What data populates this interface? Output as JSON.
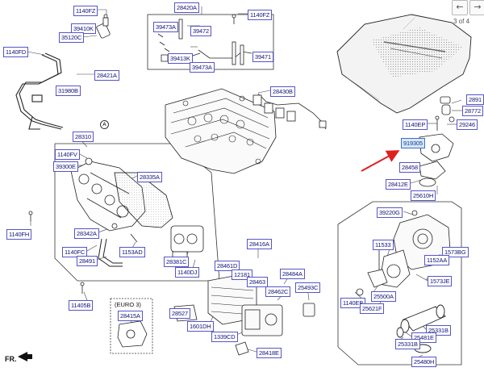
{
  "nav": {
    "prev": "←",
    "next": "→",
    "page": "3 of 4"
  },
  "fr_label": "FR.",
  "euro_label": "(EURO 3)",
  "ref_A": "A",
  "parts": [
    {
      "id": "p1140fz-1",
      "text": "1140FZ"
    },
    {
      "id": "p39410k",
      "text": "39410K"
    },
    {
      "id": "p35120c",
      "text": "35120C"
    },
    {
      "id": "p28420a",
      "text": "28420A"
    },
    {
      "id": "p1140fz-2",
      "text": "1140FZ"
    },
    {
      "id": "p39473a-1",
      "text": "39473A"
    },
    {
      "id": "p39472",
      "text": "39472"
    },
    {
      "id": "p39413k",
      "text": "39413K"
    },
    {
      "id": "p39473a-2",
      "text": "39473A"
    },
    {
      "id": "p39471",
      "text": "39471"
    },
    {
      "id": "p1140fd",
      "text": "1140FD"
    },
    {
      "id": "p28421a",
      "text": "28421A"
    },
    {
      "id": "p31980b",
      "text": "31980B"
    },
    {
      "id": "p28430b",
      "text": "28430B"
    },
    {
      "id": "p28310",
      "text": "28310"
    },
    {
      "id": "p1140fv",
      "text": "1140FV"
    },
    {
      "id": "p39300e",
      "text": "39300E"
    },
    {
      "id": "p28335a",
      "text": "28335A"
    },
    {
      "id": "p28342a",
      "text": "28342A"
    },
    {
      "id": "p1140fh",
      "text": "1140FH"
    },
    {
      "id": "p1140fc",
      "text": "1140FC"
    },
    {
      "id": "p28491",
      "text": "28491"
    },
    {
      "id": "p1153ad",
      "text": "1153AD"
    },
    {
      "id": "p28381c",
      "text": "28381C"
    },
    {
      "id": "p1140dj",
      "text": "1140DJ"
    },
    {
      "id": "p28416a",
      "text": "28416A"
    },
    {
      "id": "p28461d",
      "text": "28461D"
    },
    {
      "id": "p12181",
      "text": "12181"
    },
    {
      "id": "p28463",
      "text": "28463"
    },
    {
      "id": "p28484a",
      "text": "28484A"
    },
    {
      "id": "p28462c",
      "text": "28462C"
    },
    {
      "id": "p25493c",
      "text": "25493C"
    },
    {
      "id": "p11405b",
      "text": "11405B"
    },
    {
      "id": "p28415a",
      "text": "28415A"
    },
    {
      "id": "p28527",
      "text": "28527"
    },
    {
      "id": "p1601dh",
      "text": "1601DH"
    },
    {
      "id": "p1339cd",
      "text": "1339CD"
    },
    {
      "id": "p28418e",
      "text": "28418E"
    },
    {
      "id": "p28910",
      "text": "2891"
    },
    {
      "id": "p28772",
      "text": "28772"
    },
    {
      "id": "p29246",
      "text": "29246"
    },
    {
      "id": "p1140ep",
      "text": "1140EP"
    },
    {
      "id": "p919305",
      "text": "919305"
    },
    {
      "id": "p28458",
      "text": "28458"
    },
    {
      "id": "p28412e",
      "text": "28412E"
    },
    {
      "id": "p25610h",
      "text": "25610H"
    },
    {
      "id": "p39220g",
      "text": "39220G"
    },
    {
      "id": "p11533",
      "text": "11533"
    },
    {
      "id": "p1573bg",
      "text": "1573BG"
    },
    {
      "id": "p1152aa",
      "text": "1152AA"
    },
    {
      "id": "p1573je",
      "text": "1573JE"
    },
    {
      "id": "p25500a",
      "text": "25500A"
    },
    {
      "id": "p1140eb",
      "text": "1140EB"
    },
    {
      "id": "p25621f",
      "text": "25621F"
    },
    {
      "id": "p25331b-1",
      "text": "25331B"
    },
    {
      "id": "p25481e",
      "text": "25481E"
    },
    {
      "id": "p25331b-2",
      "text": "25331B"
    },
    {
      "id": "p25480h",
      "text": "25480H"
    }
  ]
}
